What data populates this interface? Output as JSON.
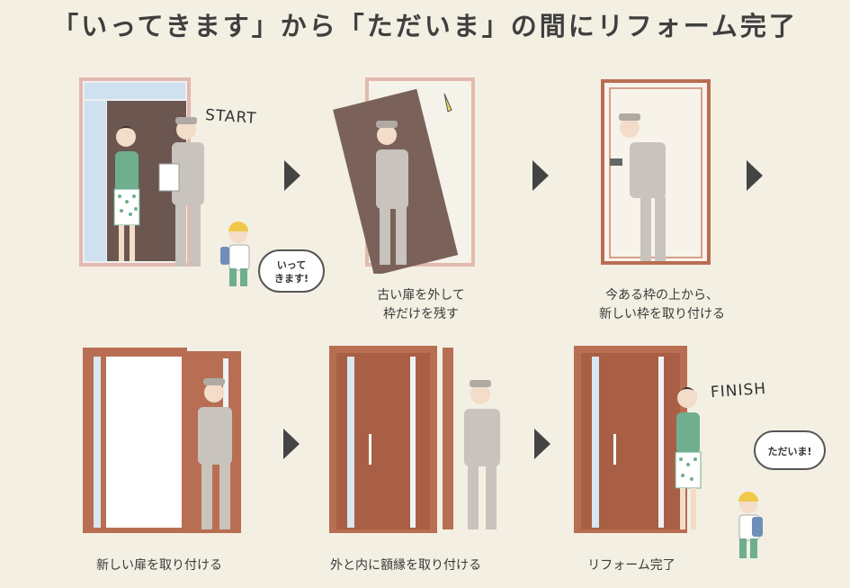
{
  "title": "「いってきます」から「ただいま」の間にリフォーム完了",
  "colors": {
    "background": "#f3efe3",
    "door_brown": "#b86e52",
    "frame_pink": "#e3b9ae",
    "worker_gray": "#c8c3bc",
    "jacket_green": "#6fae8e"
  },
  "labels": {
    "start": "START",
    "finish": "FINISH"
  },
  "bubbles": {
    "ittekimasu": "いって\nきます!",
    "tadaima": "ただいま!"
  },
  "steps": [
    {
      "caption": ""
    },
    {
      "caption": "古い扉を外して\n枠だけを残す"
    },
    {
      "caption": "今ある枠の上から、\n新しい枠を取り付ける"
    },
    {
      "caption": "新しい扉を取り付ける"
    },
    {
      "caption": "外と内に額縁を取り付ける"
    },
    {
      "caption": "リフォーム完了"
    }
  ]
}
